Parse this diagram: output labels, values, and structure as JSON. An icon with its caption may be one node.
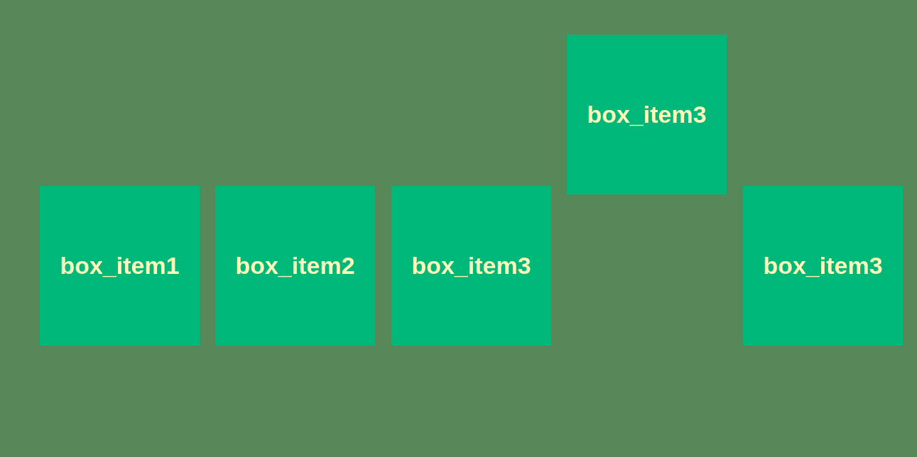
{
  "diagram": {
    "nodes": [
      {
        "text": [
          "box_item1"
        ]
      },
      {
        "text": [
          "box_item2"
        ]
      },
      {
        "text": [
          "box_item3"
        ]
      },
      {
        "text": [
          "box_item3"
        ]
      },
      {
        "text": [
          "box_item3"
        ]
      }
    ]
  }
}
